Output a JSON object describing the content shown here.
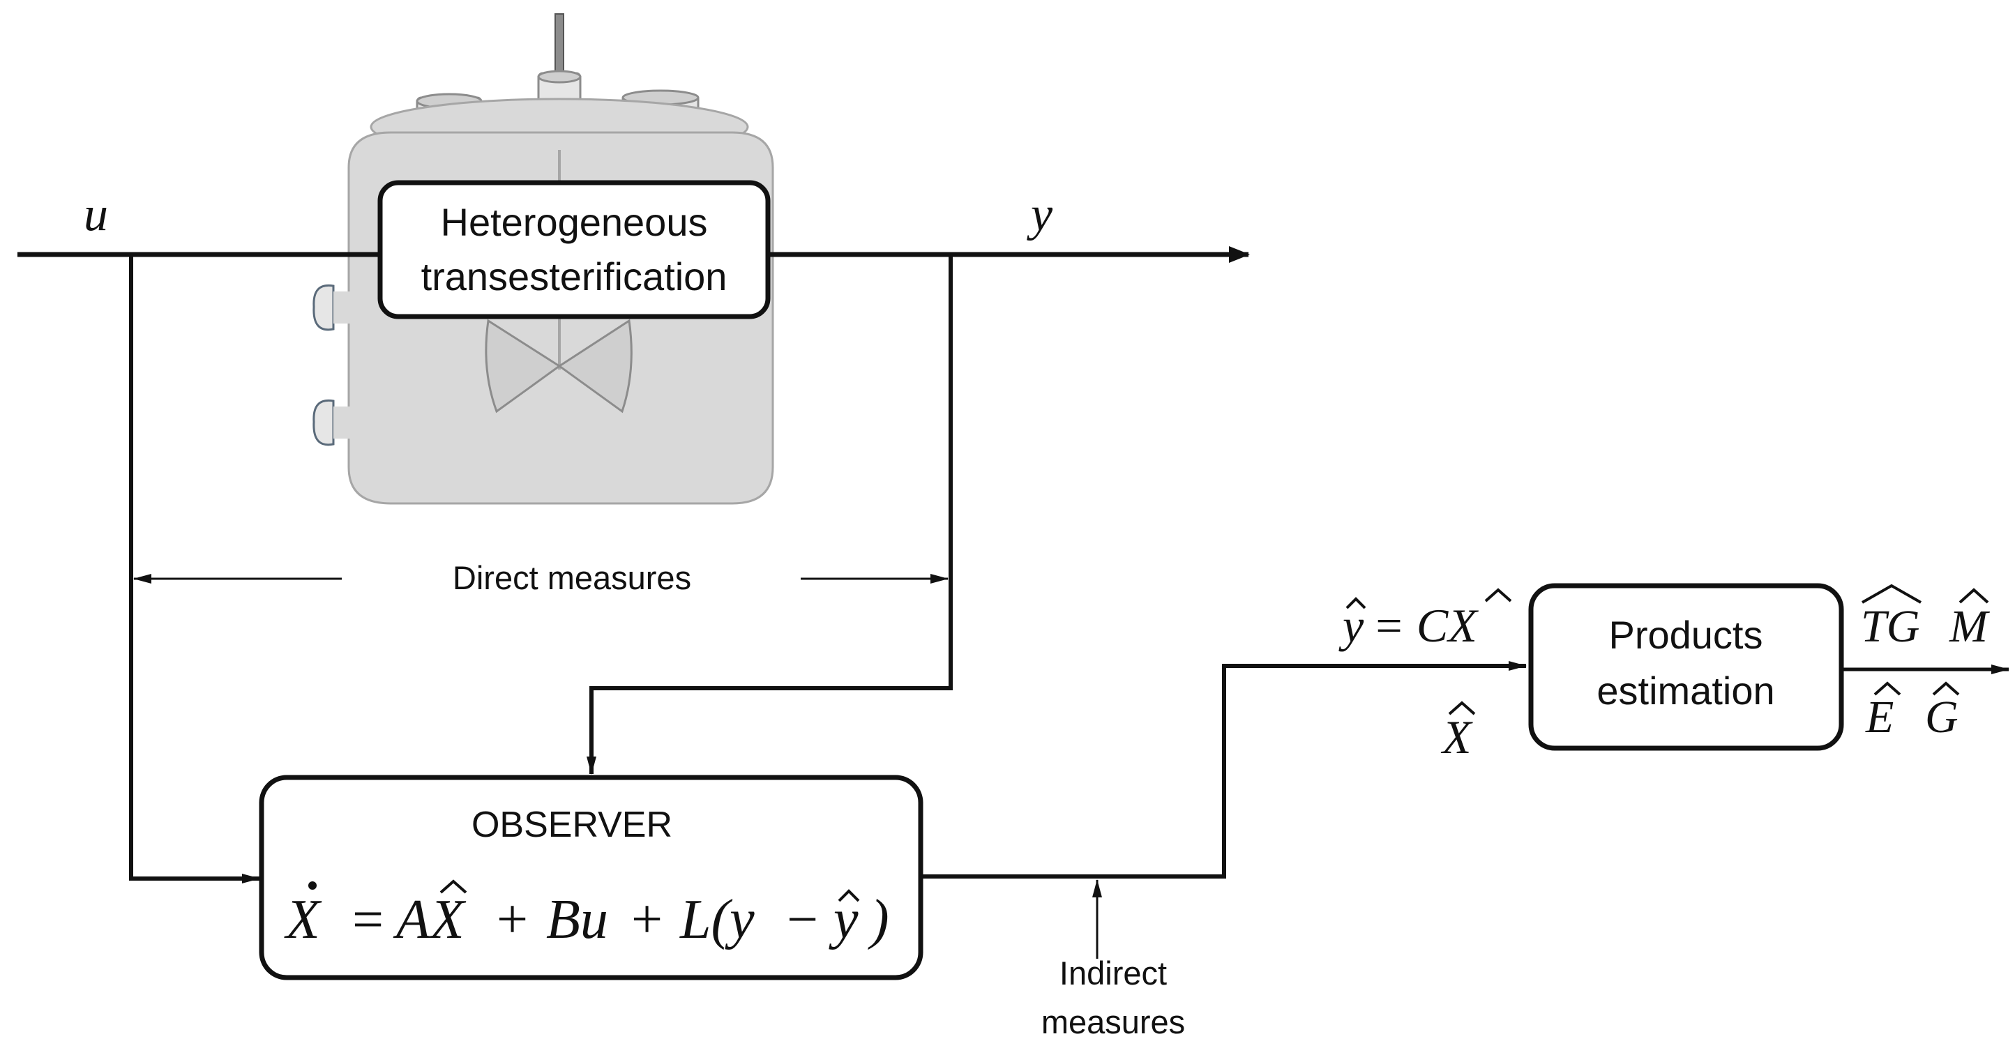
{
  "signals": {
    "input": "u",
    "output": "y"
  },
  "reactor": {
    "label_line1": "Heterogeneous",
    "label_line2": "transesterification"
  },
  "observer": {
    "title": "OBSERVER",
    "equation": {
      "lhs": "X",
      "eq": "=",
      "term1": "AX",
      "plus1": "+",
      "term2": "Bu",
      "plus2": "+",
      "term3_prefix": "L(y",
      "minus": "−",
      "term3_hat": "y",
      "term3_close": ")"
    }
  },
  "measures": {
    "direct": "Direct measures",
    "indirect_line1": "Indirect",
    "indirect_line2": "measures"
  },
  "estimator": {
    "output_eq_lhs": "y",
    "output_eq_rhs": "= CX",
    "state_hat": "X",
    "label_line1": "Products",
    "label_line2": "estimation"
  },
  "products": {
    "tg": "TG",
    "m": "M",
    "e": "E",
    "g": "G"
  },
  "colors": {
    "line": "#111111",
    "reactor_body": "#d9d9d9",
    "reactor_stroke": "#a6a6a6"
  },
  "icons": {
    "reactor": "stirred-tank-reactor-icon"
  }
}
